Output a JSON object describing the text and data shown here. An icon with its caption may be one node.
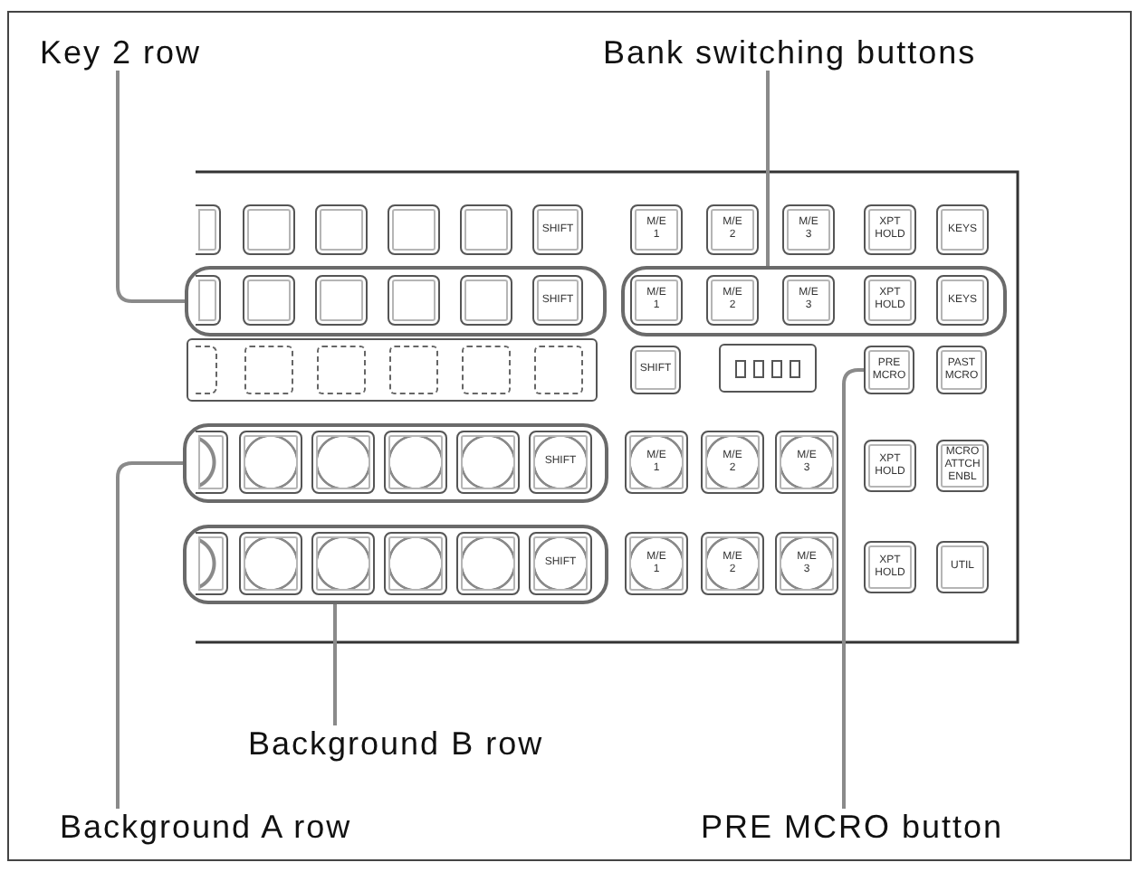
{
  "diagram": {
    "nodes": [
      {
        "text": [
          "Key 2 row"
        ]
      },
      {
        "text": [
          "Bank switching buttons"
        ]
      },
      {
        "text": [],
        "shape": "box"
      },
      {
        "text": [],
        "shape": "box"
      },
      {
        "text": [],
        "shape": "box"
      },
      {
        "text": [],
        "shape": "box"
      },
      {
        "text": [],
        "shape": "box"
      },
      {
        "text": [
          "SHIFT"
        ]
      },
      {
        "text": [
          "M/E 1"
        ]
      },
      {
        "text": [
          "M/E 2"
        ]
      },
      {
        "text": [
          "M/E 3"
        ]
      },
      {
        "text": [
          "XPT HOLD"
        ]
      },
      {
        "text": [
          "KEYS"
        ]
      },
      {
        "text": [],
        "shape": "box"
      },
      {
        "text": [],
        "shape": "box",
        "in": 13
      },
      {
        "text": [],
        "shape": "box",
        "in": 13
      },
      {
        "text": [],
        "shape": "box",
        "in": 13
      },
      {
        "text": [],
        "shape": "box",
        "in": 13
      },
      {
        "text": [],
        "shape": "box",
        "in": 13
      },
      {
        "text": [
          "SHIFT"
        ],
        "in": 13
      },
      {
        "text": [],
        "shape": "box"
      },
      {
        "text": [
          "M/E 1"
        ],
        "in": 20
      },
      {
        "text": [
          "M/E 2"
        ],
        "in": 20
      },
      {
        "text": [
          "M/E 3"
        ],
        "in": 20
      },
      {
        "text": [
          "XPT HOLD"
        ],
        "in": 20
      },
      {
        "text": [
          "KEYS"
        ],
        "in": 20
      },
      {
        "text": [],
        "shape": "box"
      },
      {
        "text": [],
        "shape": "box",
        "in": 26
      },
      {
        "text": [],
        "shape": "box",
        "in": 26
      },
      {
        "text": [],
        "shape": "box",
        "in": 26
      },
      {
        "text": [],
        "shape": "box",
        "in": 26
      },
      {
        "text": [],
        "shape": "box",
        "in": 26
      },
      {
        "text": [],
        "shape": "box",
        "in": 26
      },
      {
        "text": [
          "SHIFT"
        ]
      },
      {
        "text": [],
        "shape": "box"
      },
      {
        "text": [
          "PRE MCRO"
        ]
      },
      {
        "text": [
          "PAST MCRO"
        ]
      },
      {
        "text": [],
        "shape": "box"
      },
      {
        "text": [],
        "shape": "circle",
        "in": 37
      },
      {
        "text": [],
        "shape": "circle",
        "in": 37
      },
      {
        "text": [],
        "shape": "circle",
        "in": 37
      },
      {
        "text": [],
        "shape": "circle",
        "in": 37
      },
      {
        "text": [],
        "shape": "circle",
        "in": 37
      },
      {
        "text": [
          "SHIFT"
        ],
        "in": 37
      },
      {
        "text": [
          "M/E 1"
        ]
      },
      {
        "text": [
          "M/E 2"
        ]
      },
      {
        "text": [
          "M/E 3"
        ]
      },
      {
        "text": [
          "XPT HOLD"
        ]
      },
      {
        "text": [
          "MCRO ATTCH ENBL"
        ]
      },
      {
        "text": [],
        "shape": "box"
      },
      {
        "text": [],
        "shape": "circle",
        "in": 49
      },
      {
        "text": [],
        "shape": "circle",
        "in": 49
      },
      {
        "text": [],
        "shape": "circle",
        "in": 49
      },
      {
        "text": [],
        "shape": "circle",
        "in": 49
      },
      {
        "text": [],
        "shape": "circle",
        "in": 49
      },
      {
        "text": [
          "SHIFT"
        ],
        "in": 49
      },
      {
        "text": [
          "M/E 1"
        ]
      },
      {
        "text": [
          "M/E 2"
        ]
      },
      {
        "text": [
          "M/E 3"
        ]
      },
      {
        "text": [
          "XPT HOLD"
        ]
      },
      {
        "text": [
          "UTIL"
        ]
      },
      {
        "text": [
          "Background B row"
        ]
      },
      {
        "text": [
          "Background A row"
        ]
      },
      {
        "text": [
          "PRE MCRO button"
        ]
      }
    ],
    "edges": [
      {
        "from": 0,
        "to": 13,
        "arrow": "none"
      },
      {
        "from": 1,
        "to": 20,
        "arrow": "none"
      },
      {
        "from": 62,
        "to": 37,
        "arrow": "none"
      },
      {
        "from": 61,
        "to": 49,
        "arrow": "none"
      },
      {
        "from": 63,
        "to": 35,
        "arrow": "none"
      }
    ]
  }
}
